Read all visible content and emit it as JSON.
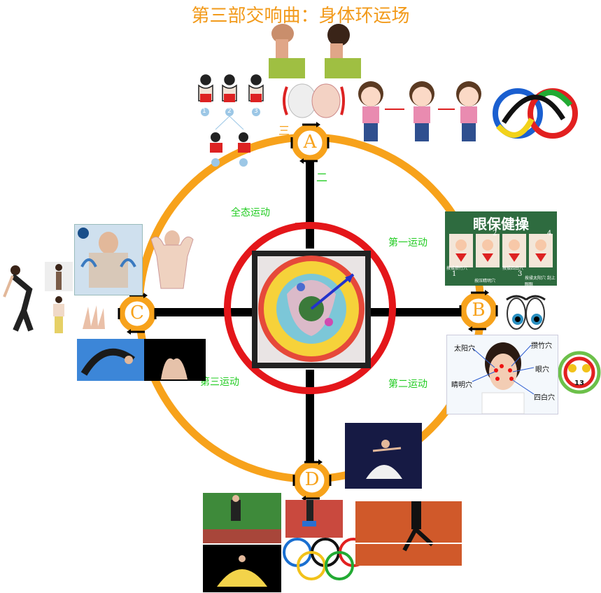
{
  "title": "第三部交响曲：身体环运场",
  "nodes": {
    "a": "A",
    "b": "B",
    "c": "C",
    "d": "D"
  },
  "labels": {
    "whole_motion": "全态运动",
    "first_motion": "第一运动",
    "second_motion": "第二运动",
    "third_motion": "第三运动"
  },
  "marks": {
    "one": "一",
    "two": "二",
    "three": "三"
  },
  "eye_exercise": {
    "title": "眼保健操",
    "step_numbers": [
      "1",
      "2",
      "3",
      "4"
    ],
    "captions": [
      "按揉攒竹穴",
      "按压睛明穴",
      "按揉四白穴",
      "按揉太阳穴 刮上眼眶"
    ]
  },
  "acupoints": {
    "taiyang": "太阳穴",
    "zanzhu": "攒竹穴",
    "yanxue": "眼穴",
    "jingming": "睛明穴",
    "sibai": "四白穴"
  },
  "badge": "13",
  "steps": [
    "1",
    "2",
    "3"
  ],
  "colors": {
    "orange": "#f7a21b",
    "red": "#e4161a",
    "black": "#000000",
    "title": "#f29a1a",
    "green_label": "#22cc22"
  }
}
